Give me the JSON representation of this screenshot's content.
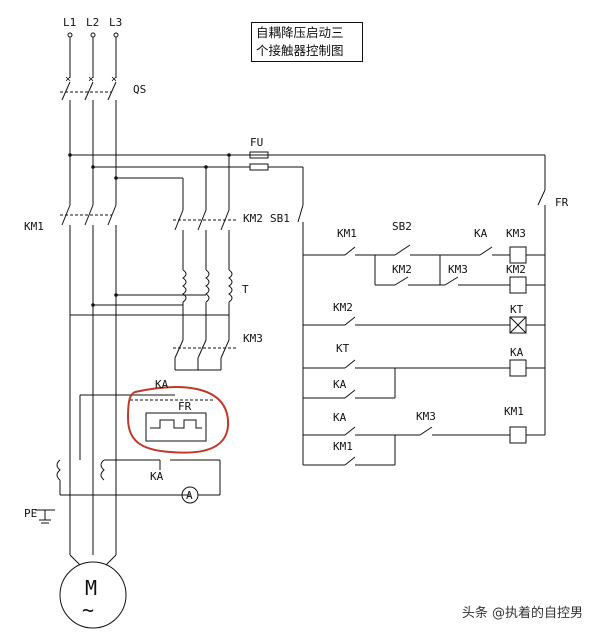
{
  "title": {
    "line1": "自耦降压启动三",
    "line2": "个接触器控制图"
  },
  "labels": {
    "L1": "L1",
    "L2": "L2",
    "L3": "L3",
    "QS": "QS",
    "FU": "FU",
    "FR_ctrl": "FR",
    "KM1_main": "KM1",
    "KM2_main": "KM2",
    "SB1": "SB1",
    "T": "T",
    "KM3_main": "KM3",
    "KA_top": "KA",
    "FR_relay": "FR",
    "KA_bottom": "KA",
    "PE": "PE",
    "ammeter": "A",
    "motor_M": "M",
    "motor_tilde": "~",
    "r1_KM1": "KM1",
    "r1_SB2": "SB2",
    "r1_KA": "KA",
    "r1_coil": "KM3",
    "r2_KM2": "KM2",
    "r2_KM3": "KM3",
    "r2_coil": "KM2",
    "r3_KM2": "KM2",
    "r3_coil": "KT",
    "r4_KT": "KT",
    "r4_KA": "KA",
    "r4_coil": "KA",
    "r5_KA": "KA",
    "r5_KM3": "KM3",
    "r5_coil": "KM1",
    "r6_KM1": "KM1"
  },
  "watermark": "头条 @执着的自控男",
  "colors": {
    "line": "#111111",
    "highlight": "#c0392b",
    "background": "#ffffff"
  }
}
